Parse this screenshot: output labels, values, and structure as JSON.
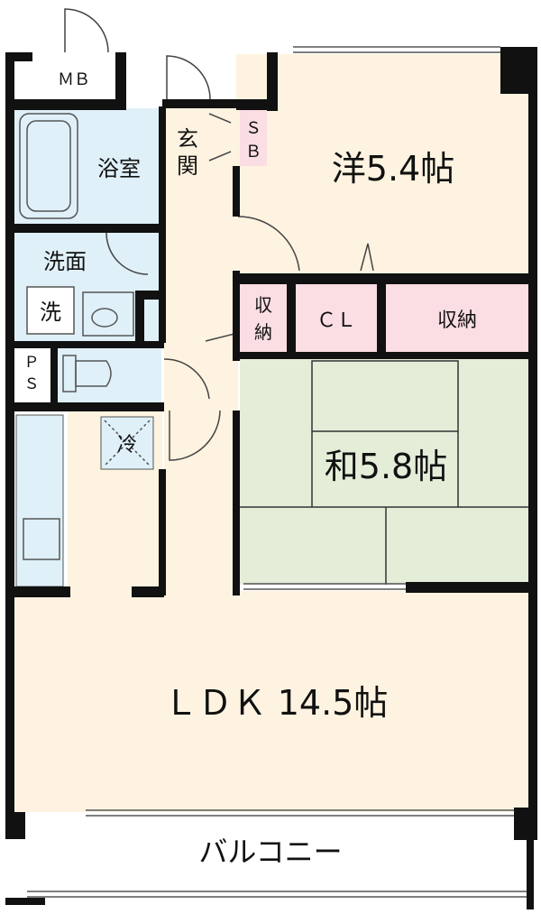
{
  "rooms": {
    "western": "洋5.4帖",
    "japanese": "和5.8帖",
    "ldk": "ＬＤＫ 14.5帖"
  },
  "labels": {
    "mb": "ＭＢ",
    "bath": "浴室",
    "washroom": "洗面",
    "washer": "洗",
    "ps": "Ｐ Ｓ",
    "fridge": "冷",
    "entrance": "玄 関",
    "sb": "Ｓ Ｂ",
    "storage_small": "収 納",
    "closet": "ＣＬ",
    "storage": "収納",
    "balcony": "バルコニー"
  },
  "colors": {
    "wall": "#111111",
    "floor_wood": "#fdf3e0",
    "wet_area": "#dff0f8",
    "tatami": "#e3edd8",
    "storage": "#fbdde4"
  }
}
